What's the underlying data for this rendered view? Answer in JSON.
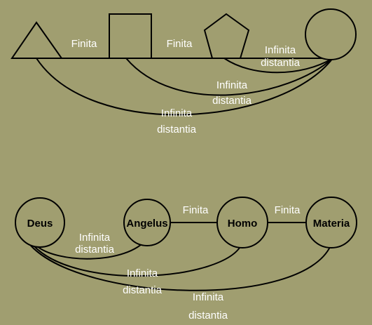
{
  "colors": {
    "background": "#a09e70",
    "line": "#000000",
    "label": "#ffffff",
    "node_label": "#000000"
  },
  "top_diagram": {
    "label_finita_1": "Finita",
    "label_finita_2": "Finita",
    "arc_pentagon": [
      "Infinita",
      "distantia"
    ],
    "arc_square": [
      "Infinita",
      "distantia"
    ],
    "arc_triangle": [
      "Infinita",
      "distantia"
    ]
  },
  "bottom_diagram": {
    "nodes": {
      "deus": "Deus",
      "angelus": "Angelus",
      "homo": "Homo",
      "materia": "Materia"
    },
    "label_finita_1": "Finita",
    "label_finita_2": "Finita",
    "arc_angelus": [
      "Infinita",
      "distantia"
    ],
    "arc_homo": [
      "Infinita",
      "distantia"
    ],
    "arc_materia": [
      "Infinita",
      "distantia"
    ]
  }
}
